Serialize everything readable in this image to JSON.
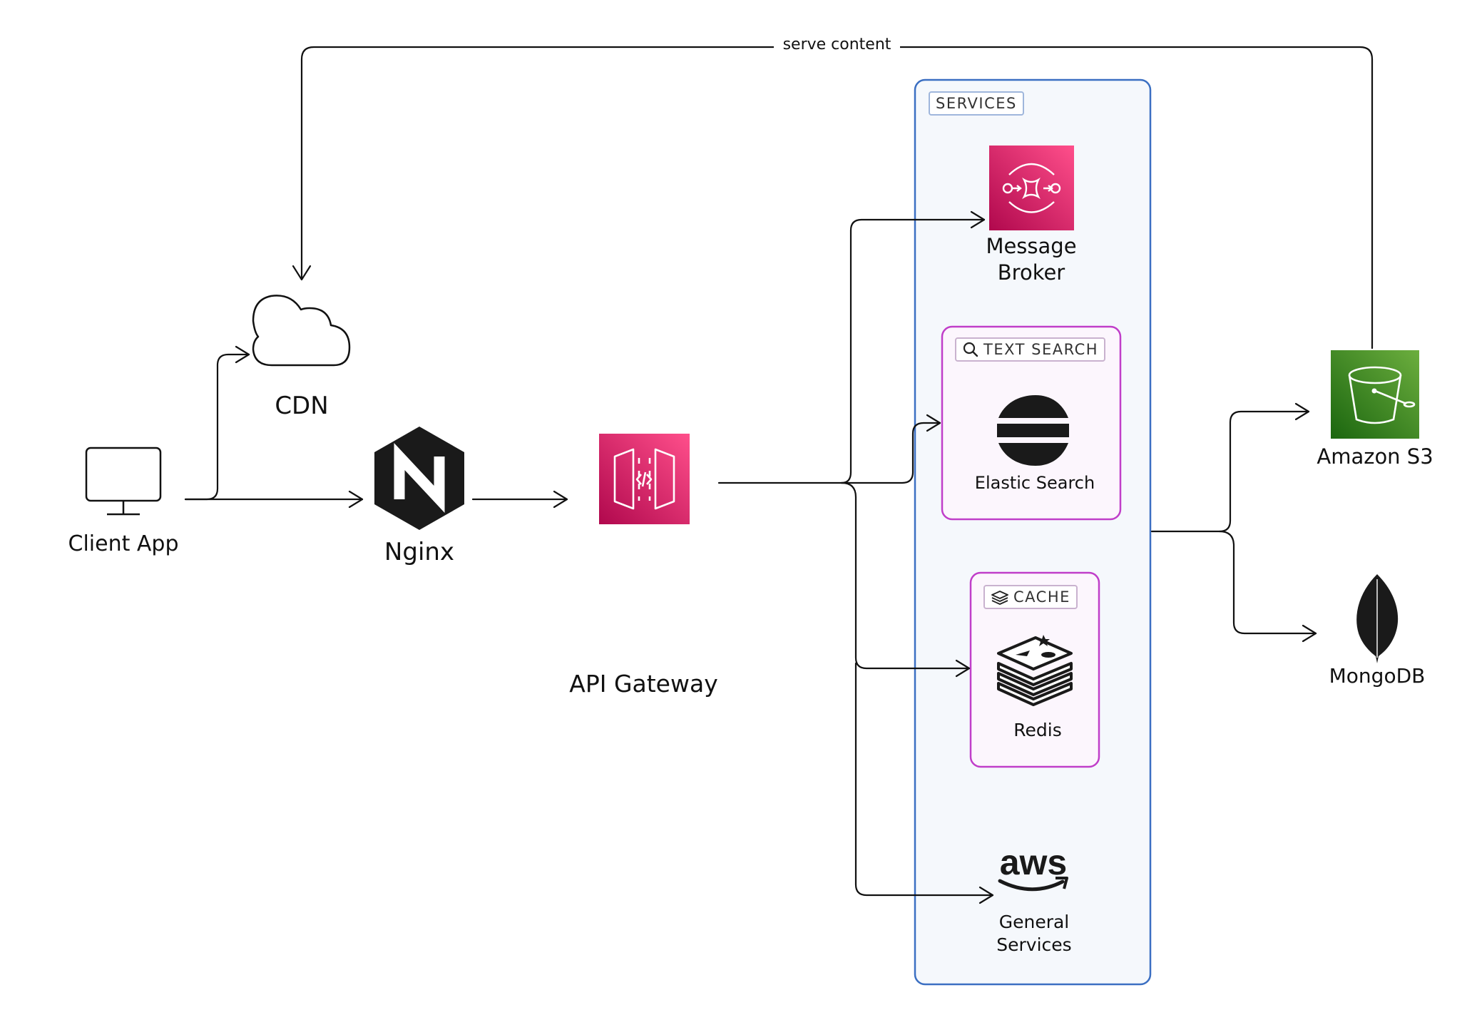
{
  "nodes": {
    "client_app": {
      "label": "Client App",
      "icon": "monitor-icon"
    },
    "cdn": {
      "label": "CDN",
      "icon": "cloud-icon"
    },
    "nginx": {
      "label": "Nginx",
      "icon": "nginx-logo-icon"
    },
    "api_gateway": {
      "label": "API Gateway",
      "icon": "api-gateway-icon"
    },
    "message_broker": {
      "label": "Message\nBroker",
      "icon": "message-broker-icon"
    },
    "elastic_search": {
      "label": "Elastic Search",
      "icon": "elasticsearch-logo-icon"
    },
    "redis": {
      "label": "Redis",
      "icon": "redis-logo-icon"
    },
    "general_services": {
      "label": "General\nServices",
      "icon": "aws-logo-icon"
    },
    "amazon_s3": {
      "label": "Amazon S3",
      "icon": "s3-bucket-icon"
    },
    "mongodb": {
      "label": "MongoDB",
      "icon": "mongodb-leaf-icon"
    }
  },
  "groups": {
    "services": {
      "tag": "SERVICES"
    },
    "text_search": {
      "tag": "TEXT SEARCH",
      "icon": "search-icon"
    },
    "cache": {
      "tag": "CACHE",
      "icon": "layers-icon"
    }
  },
  "edges": {
    "serve_content": {
      "label": "serve content"
    }
  },
  "colors": {
    "services_border": "#3b6fc2",
    "services_fill": "#f5f8fc",
    "group_border": "#c03ec9",
    "aws_pink": "#e7157b",
    "aws_pink_light": "#f34482",
    "s3_green": "#3f8624",
    "s3_green_light": "#7aa116"
  }
}
